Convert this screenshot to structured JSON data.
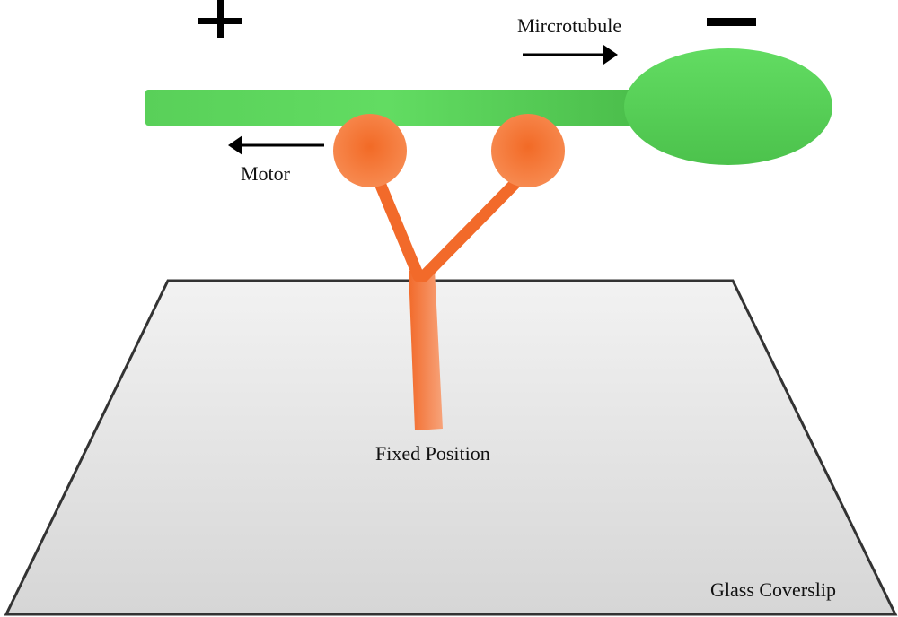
{
  "labels": {
    "plus": "+",
    "minus": "−",
    "microtubule": "Mircrotubule",
    "motor": "Motor",
    "fixed_position": "Fixed Position",
    "glass_coverslip": "Glass Coverslip"
  },
  "colors": {
    "microtubule": "#5cd65c",
    "motor": "#f26a2a",
    "coverslip_fill": "#e2e2e2",
    "coverslip_stroke": "#333333",
    "arrow": "#000000"
  },
  "arrows": {
    "microtubule_direction": "right",
    "motor_direction": "left"
  }
}
